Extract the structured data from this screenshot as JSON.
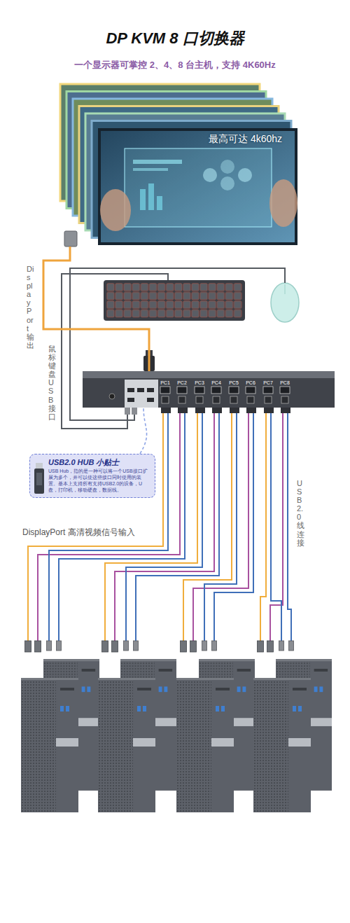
{
  "diagram": {
    "title": "DP KVM 8 口切换器",
    "nodes": [
      {
        "text": [
          "最高可达 4k60hz"
        ]
      },
      {
        "text": [
          "PC1",
          "PC2",
          "PC3",
          "PC4",
          "PC5",
          "PC6",
          "PC7",
          "PC8"
        ]
      },
      {
        "text": [
          "USB2.0 HUB 小贴士",
          "USB Hub，指的是一种可以将一个USB接口扩展为多个，并可以使这些接口同时使用的装置。基本上支持所有支持USB2.0的设备，U盘，打印机，移动硬盘，数据线。"
        ]
      }
    ],
    "edges": [
      {
        "from": 1,
        "to": 0,
        "arrow": "none"
      },
      {
        "from": 2,
        "to": 1,
        "arrow": "none"
      }
    ],
    "labels": [
      "一个显示器可掌控 2、4、8 台主机，支持 4K60Hz",
      "DisplayPort 输出",
      "鼠标键盘USB接口",
      "DisplayPort 高清视频信号输入",
      "USB2.0线连接"
    ]
  }
}
